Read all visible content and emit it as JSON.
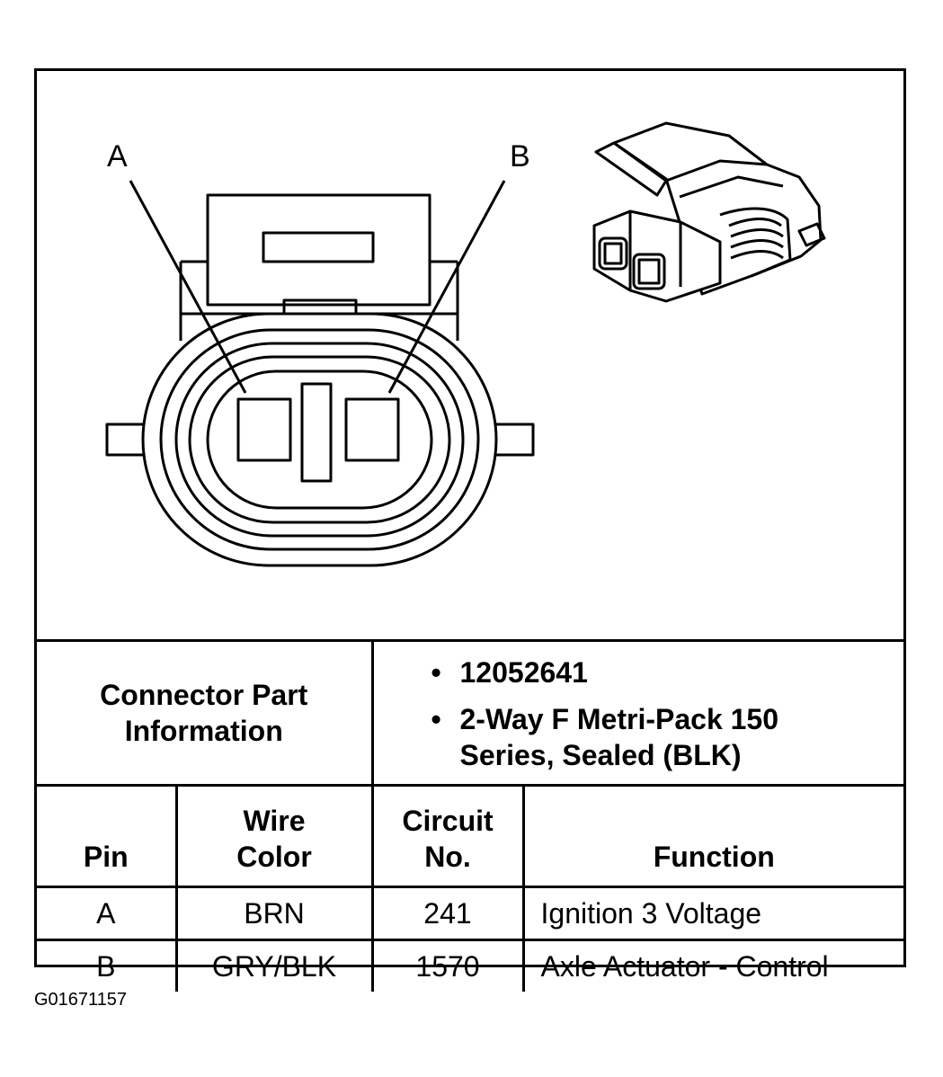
{
  "diagram": {
    "pin_labels": [
      "A",
      "B"
    ]
  },
  "connector_part_information": {
    "label": "Connector Part Information",
    "items": [
      "12052641",
      "2-Way F Metri-Pack 150 Series, Sealed (BLK)"
    ]
  },
  "pin_table": {
    "headers": [
      "Pin",
      "Wire Color",
      "Circuit No.",
      "Function"
    ],
    "rows": [
      [
        "A",
        "BRN",
        "241",
        "Ignition 3 Voltage"
      ],
      [
        "B",
        "GRY/BLK",
        "1570",
        "Axle Actuator - Control"
      ]
    ]
  },
  "figure_code": "G01671157"
}
